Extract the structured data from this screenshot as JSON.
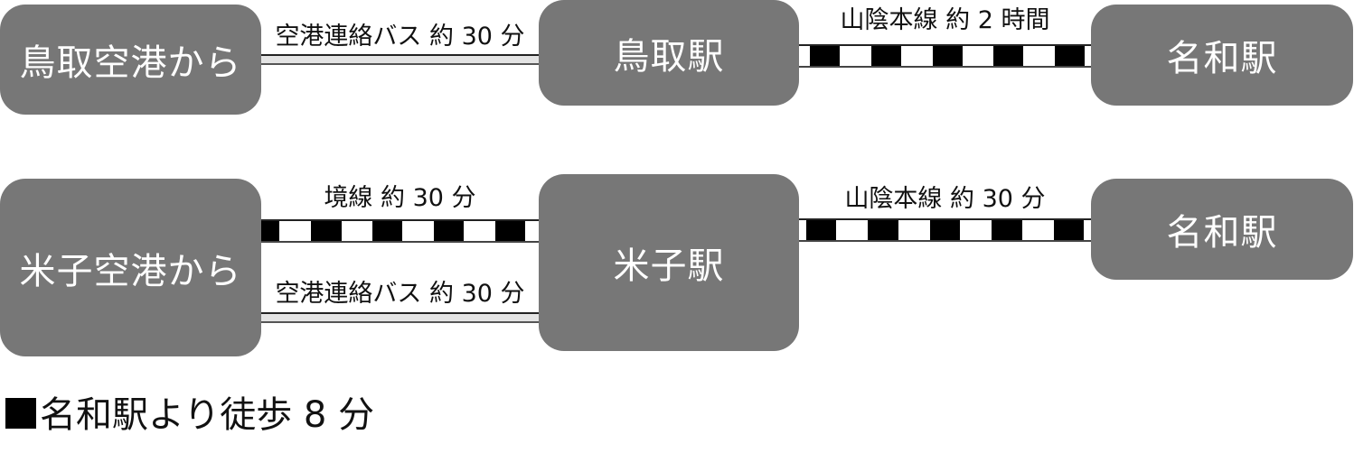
{
  "colors": {
    "box_fill": "#777777",
    "box_text": "#ffffff",
    "bus_line_fill": "#e3e3e3",
    "train_line_black": "#000000",
    "train_line_white": "#ffffff"
  },
  "route_tottori": {
    "origin": "鳥取空港から",
    "transfer": "鳥取駅",
    "destination": "名和駅",
    "leg1": {
      "mode": "bus",
      "label": "空港連絡バス 約 30 分"
    },
    "leg2": {
      "mode": "train",
      "label": "山陰本線 約 2 時間"
    }
  },
  "route_yonago": {
    "origin": "米子空港から",
    "transfer": "米子駅",
    "destination": "名和駅",
    "leg1_train": {
      "mode": "train",
      "label": "境線 約 30 分"
    },
    "leg1_bus": {
      "mode": "bus",
      "label": "空港連絡バス 約 30 分"
    },
    "leg2": {
      "mode": "train",
      "label": "山陰本線 約 30 分"
    }
  },
  "footer": {
    "bullet": "black-square-icon",
    "text": "名和駅より徒歩 8 分"
  }
}
